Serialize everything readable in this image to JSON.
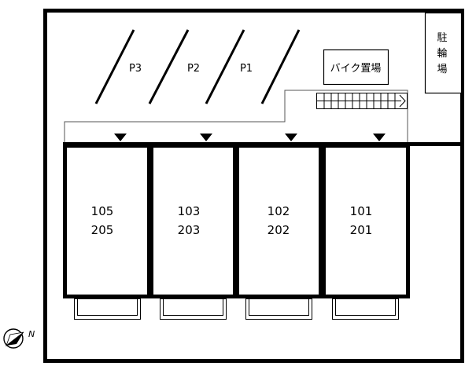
{
  "parking": {
    "spaces": [
      {
        "label": "P3"
      },
      {
        "label": "P2"
      },
      {
        "label": "P1"
      }
    ]
  },
  "bike_area": {
    "label": "バイク置場"
  },
  "bicycle_area": {
    "label_chars": [
      "駐",
      "輪",
      "場"
    ]
  },
  "units": [
    {
      "ground": "105",
      "upper": "205"
    },
    {
      "ground": "103",
      "upper": "203"
    },
    {
      "ground": "102",
      "upper": "202"
    },
    {
      "ground": "101",
      "upper": "201"
    }
  ],
  "entrances": 4,
  "compass": {
    "label": "N",
    "icon": "compass-icon"
  }
}
